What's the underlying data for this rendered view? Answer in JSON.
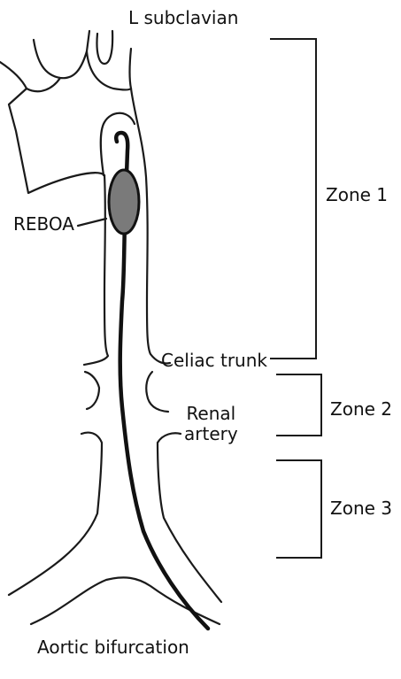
{
  "labels": {
    "l_subclavian": "L subclavian",
    "reboa": "REBOA",
    "celiac_trunk": "Celiac trunk",
    "renal_artery": "Renal\nartery",
    "aortic_bifurcation": "Aortic bifurcation"
  },
  "zones": {
    "zone1": "Zone 1",
    "zone2": "Zone 2",
    "zone3": "Zone 3"
  },
  "colors": {
    "outline": "#1a1a1a",
    "balloon_fill": "#7a7a7a",
    "background": "#ffffff"
  }
}
